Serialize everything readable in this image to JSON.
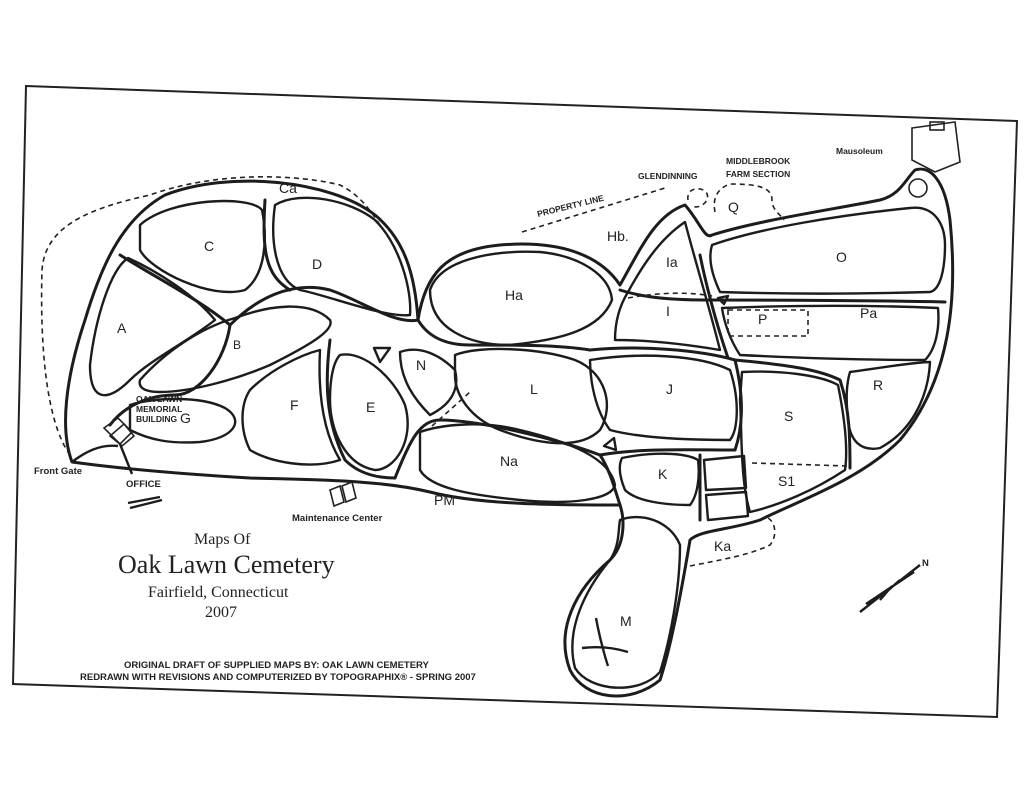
{
  "title": {
    "line1": "Maps Of",
    "line2": "Oak Lawn Cemetery",
    "line3": "Fairfield, Connecticut",
    "line4": "2007"
  },
  "credits": {
    "line1": "ORIGINAL DRAFT OF SUPPLIED MAPS BY: OAK LAWN CEMETERY",
    "line2": "REDRAWN WITH REVISIONS AND COMPUTERIZED BY TOPOGRAPHIX® - SPRING 2007"
  },
  "sections": {
    "A": "A",
    "B": "B",
    "C": "C",
    "Ca": "Ca",
    "D": "D",
    "E": "E",
    "F": "F",
    "G": "G",
    "Ha": "Ha",
    "Hb": "Hb.",
    "Ia": "Ia",
    "I": "I",
    "J": "J",
    "K": "K",
    "Ka": "Ka",
    "L": "L",
    "M": "M",
    "N": "N",
    "Na": "Na",
    "O": "O",
    "P": "P",
    "Pa": "Pa",
    "PM": "PM",
    "Q": "Q",
    "R": "R",
    "S": "S",
    "S1": "S1"
  },
  "features": {
    "property_line": "PROPERTY LINE",
    "glendinning": "GLENDINNING",
    "middlebrook_1": "MIDDLEBROOK",
    "middlebrook_2": "FARM SECTION",
    "mausoleum": "Mausoleum",
    "front_gate": "Front Gate",
    "office": "OFFICE",
    "maintenance": "Maintenance Center",
    "memorial_1": "OAK LAWN",
    "memorial_2": "MEMORIAL",
    "memorial_3": "BUILDING",
    "north": "N"
  }
}
